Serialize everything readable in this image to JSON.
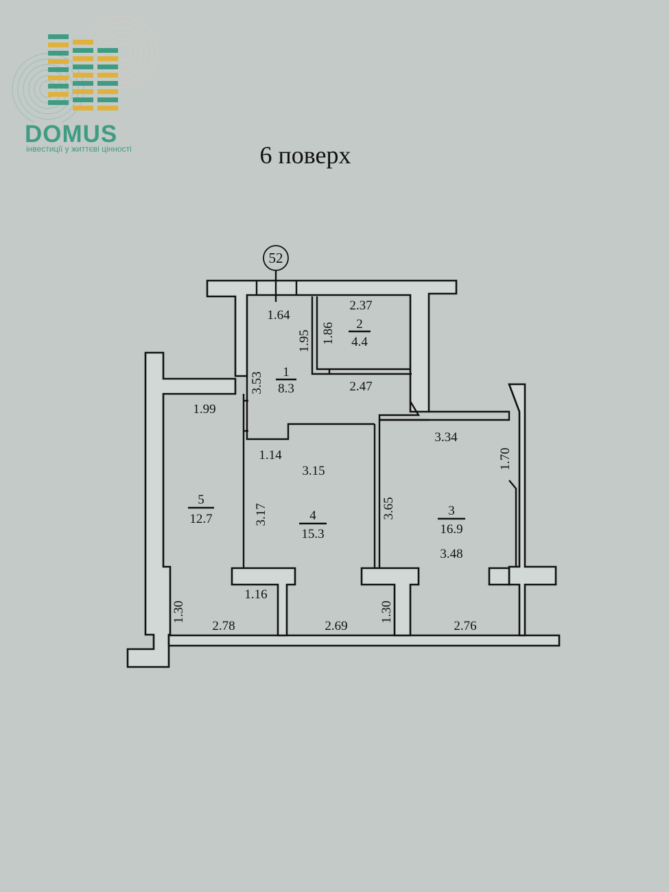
{
  "header": {
    "floor_title": "6 поверх"
  },
  "logo": {
    "name": "DOMUS",
    "tagline": "інвестиції у життєві цінності",
    "colors": {
      "green": "#3f9c83",
      "yellow": "#e0b13c"
    }
  },
  "plan": {
    "apartment_number": "52",
    "rooms": [
      {
        "number": "1",
        "area": "8.3"
      },
      {
        "number": "2",
        "area": "4.4"
      },
      {
        "number": "3",
        "area": "16.9"
      },
      {
        "number": "4",
        "area": "15.3"
      },
      {
        "number": "5",
        "area": "12.7"
      }
    ],
    "dimensions": [
      "1.64",
      "1.95",
      "1.86",
      "2.37",
      "3.53",
      "2.47",
      "1.99",
      "1.14",
      "3.15",
      "3.17",
      "3.34",
      "1.70",
      "3.65",
      "3.48",
      "1.16",
      "1.30",
      "2.78",
      "2.69",
      "1.30",
      "2.76"
    ]
  }
}
